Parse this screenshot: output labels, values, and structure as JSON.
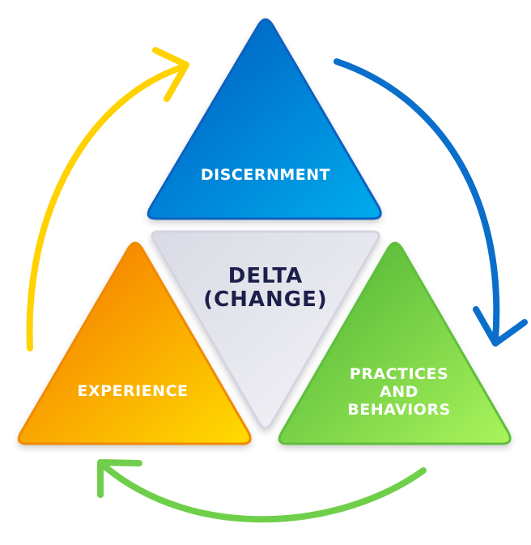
{
  "diagram": {
    "title": "",
    "center": {
      "label_line1": "DELTA",
      "label_line2": "(CHANGE)",
      "color": "#e6e7ef",
      "text_color": "#1b1f4a"
    },
    "nodes": [
      {
        "id": "discernment",
        "label": "DISCERNMENT",
        "position": "top",
        "color_start": "#0062c4",
        "color_end": "#00a8ec"
      },
      {
        "id": "experience",
        "label": "EXPERIENCE",
        "position": "bottom-left",
        "color_start": "#f57f00",
        "color_end": "#ffd600"
      },
      {
        "id": "practices",
        "label_line1": "PRACTICES",
        "label_line2": "AND",
        "label_line3": "BEHAVIORS",
        "position": "bottom-right",
        "color_start": "#55b936",
        "color_end": "#a6f25a"
      }
    ],
    "arrows": [
      {
        "id": "experience-to-discernment",
        "from": "EXPERIENCE",
        "to": "DISCERNMENT",
        "color": "#ffd200",
        "direction": "clockwise"
      },
      {
        "id": "discernment-to-practices",
        "from": "DISCERNMENT",
        "to": "PRACTICES AND BEHAVIORS",
        "color": "#0a6fcb",
        "direction": "clockwise"
      },
      {
        "id": "practices-to-experience",
        "from": "PRACTICES AND BEHAVIORS",
        "to": "EXPERIENCE",
        "color": "#6fcf4a",
        "direction": "clockwise"
      }
    ]
  }
}
